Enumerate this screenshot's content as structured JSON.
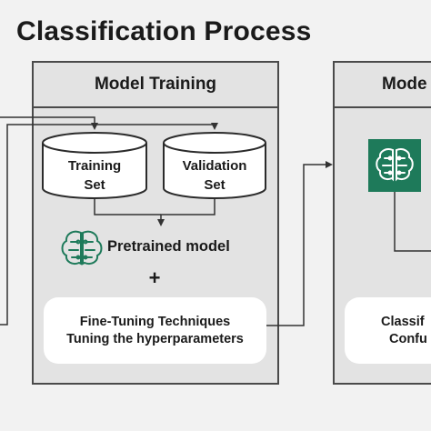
{
  "title": "Classification Process",
  "panels": {
    "training": {
      "header": "Model Training",
      "datasets": [
        {
          "line1": "Training",
          "line2": "Set"
        },
        {
          "line1": "Validation",
          "line2": "Set"
        }
      ],
      "pretrained_label": "Pretrained model",
      "plus": "+",
      "finetune": {
        "line1": "Fine-Tuning Techniques",
        "line2": "Tuning the hyperparameters"
      }
    },
    "evaluation": {
      "header": "Mode",
      "result": {
        "line1": "Classif",
        "line2": "Confu"
      }
    }
  },
  "icons": {
    "brain_green": "brain-circuit-icon",
    "brain_white": "brain-circuit-icon"
  },
  "colors": {
    "accent": "#1e7a5a",
    "panel": "#e3e3e3",
    "border": "#4a4a4a"
  }
}
